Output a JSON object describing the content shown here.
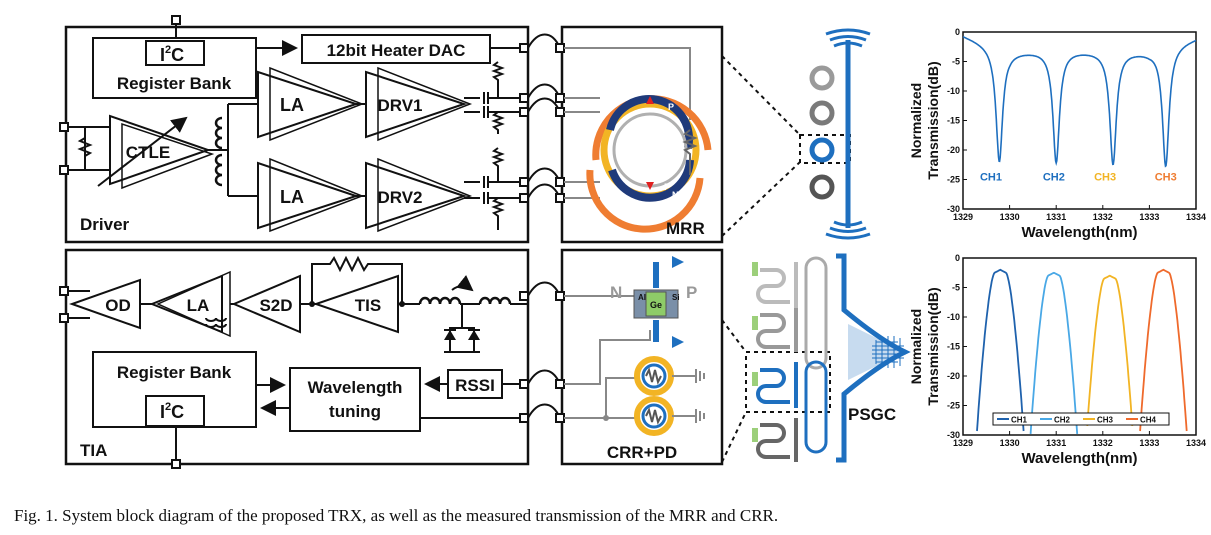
{
  "driver": {
    "title": "Driver",
    "i2c": "I",
    "i2c_sup": "2",
    "i2c_tail": "C",
    "register_bank": "Register  Bank",
    "heater_dac": "12bit Heater DAC",
    "ctle": "CTLE",
    "la": "LA",
    "drv1": "DRV1",
    "drv2": "DRV2"
  },
  "mrr": {
    "title": "MRR",
    "n": "N",
    "p": "P"
  },
  "tia": {
    "title": "TIA",
    "od": "OD",
    "la": "LA",
    "s2d": "S2D",
    "tis": "TIS",
    "register_bank": "Register  Bank",
    "i2c": "I",
    "i2c_sup": "2",
    "i2c_tail": "C",
    "rssi": "RSSI",
    "wavelength": "Wavelength",
    "tuning": "tuning"
  },
  "crr": {
    "title": "CRR+PD",
    "n": "N",
    "p": "P",
    "ge": "Ge",
    "si": "Si",
    "al": "Al"
  },
  "psgc": "PSGC",
  "colors": {
    "blue": "#1e6fbf",
    "orange": "#ef7d32",
    "yellow": "#f2b424",
    "navy": "#1f3a7a",
    "gray": "#9a9a9a"
  },
  "chart_data": [
    {
      "type": "line",
      "title": "",
      "xlabel": "Wavelength(nm)",
      "ylabel": "Normalized Transmission(dB)",
      "ylabel_lines": [
        "Normalized",
        "Transmission(dB)"
      ],
      "xlim": [
        1329,
        1334
      ],
      "ylim": [
        -30,
        0
      ],
      "xticks": [
        "1329",
        "1330",
        "1331",
        "1332",
        "1333",
        "1334"
      ],
      "yticks": [
        "0",
        "-5",
        "-10",
        "-15",
        "-20",
        "-25",
        "-30"
      ],
      "annotations": [
        {
          "text": "CH1",
          "x": 1329.6,
          "y": -25.2,
          "color": "#1e6fbf"
        },
        {
          "text": "CH2",
          "x": 1330.95,
          "y": -25.2,
          "color": "#1e6fbf"
        },
        {
          "text": "CH3",
          "x": 1332.05,
          "y": -25.2,
          "color": "#f2b424"
        },
        {
          "text": "CH3",
          "x": 1333.35,
          "y": -25.2,
          "color": "#ef7d32"
        }
      ],
      "series": [
        {
          "color": "#1e6fbf",
          "dips": [
            {
              "x": 1329.78,
              "depth": -22.0
            },
            {
              "x": 1331.0,
              "depth": -22.2
            },
            {
              "x": 1332.22,
              "depth": -22.5
            },
            {
              "x": 1333.35,
              "depth": -22.8
            }
          ],
          "baseline": [
            -0.5,
            -3.3,
            -3.0,
            -3.2,
            -3.3,
            -1.0
          ]
        }
      ]
    },
    {
      "type": "line",
      "title": "",
      "xlabel": "Wavelength(nm)",
      "ylabel": "Normalized Transmission(dB)",
      "ylabel_lines": [
        "Normalized",
        "Transmission(dB)"
      ],
      "xlim": [
        1329,
        1334
      ],
      "ylim": [
        -30,
        0
      ],
      "xticks": [
        "1329",
        "1330",
        "1331",
        "1332",
        "1333",
        "1334"
      ],
      "yticks": [
        "0",
        "-5",
        "-10",
        "-15",
        "-20",
        "-25",
        "-30"
      ],
      "legend": "bottom-center",
      "series": [
        {
          "name": "CH1",
          "color": "#1f62ad",
          "center": 1329.8,
          "peak": -2.0
        },
        {
          "name": "CH2",
          "color": "#49a8e6",
          "center": 1330.95,
          "peak": -2.5
        },
        {
          "name": "CH3",
          "color": "#f2b424",
          "center": 1332.15,
          "peak": -3.0
        },
        {
          "name": "CH4",
          "color": "#ef6a2c",
          "center": 1333.3,
          "peak": -2.0
        }
      ]
    }
  ],
  "caption": "Fig. 1. System block diagram of the proposed TRX, as well as the measured transmission of the MRR and CRR."
}
